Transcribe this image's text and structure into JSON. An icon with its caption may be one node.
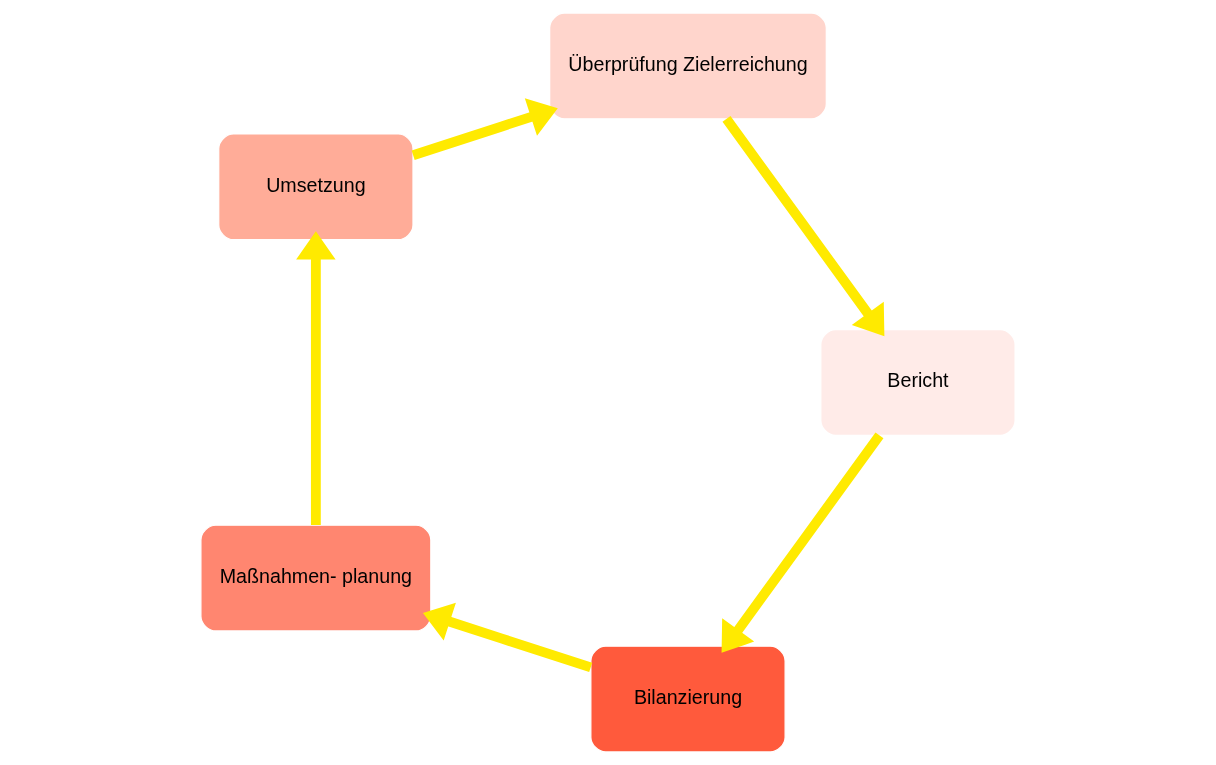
{
  "diagram": {
    "nodes": [
      {
        "text": [
          "Bilanzierung"
        ]
      },
      {
        "text": [
          "Maßnahmen- planung"
        ]
      },
      {
        "text": [
          "Umsetzung"
        ]
      },
      {
        "text": [
          "Überprüfung Zielerreichung"
        ]
      },
      {
        "text": [
          "Bericht"
        ]
      }
    ],
    "edges": [
      {
        "from": 0,
        "to": 1,
        "arrow": "to"
      },
      {
        "from": 1,
        "to": 2,
        "arrow": "to"
      },
      {
        "from": 2,
        "to": 3,
        "arrow": "to"
      },
      {
        "from": 3,
        "to": 4,
        "arrow": "to"
      },
      {
        "from": 4,
        "to": 0,
        "arrow": "to"
      }
    ]
  }
}
